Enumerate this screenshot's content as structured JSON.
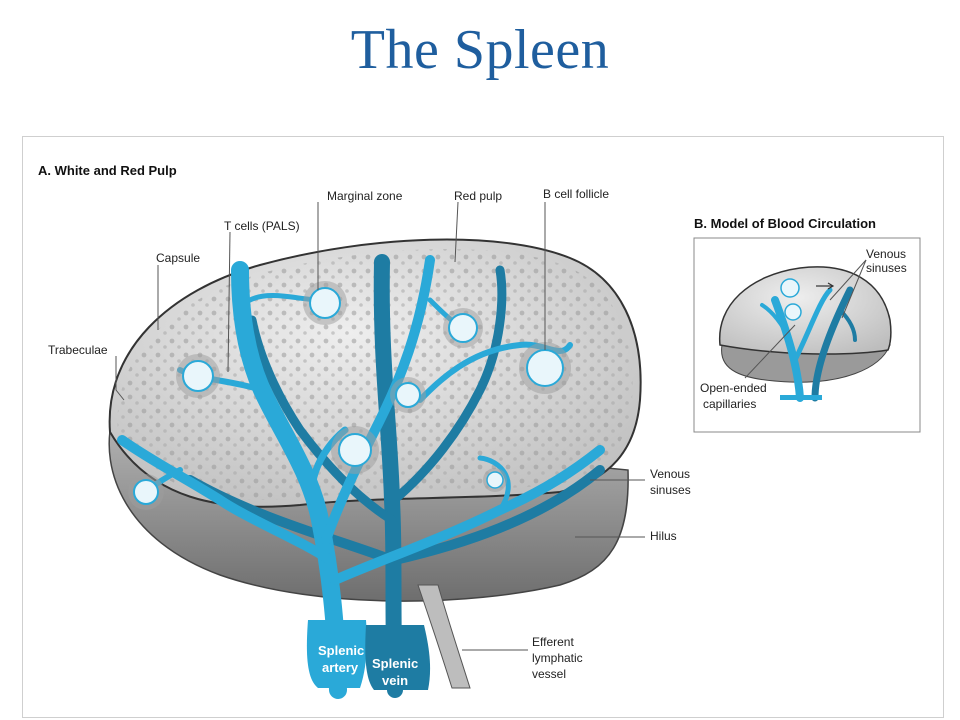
{
  "title": "The Spleen",
  "panel_a": {
    "heading": "A. White and Red Pulp",
    "labels": {
      "marginal_zone": "Marginal zone",
      "red_pulp": "Red pulp",
      "b_cell_follicle": "B cell follicle",
      "t_cells": "T cells (PALS)",
      "capsule": "Capsule",
      "trabeculae": "Trabeculae",
      "venous_sinuses_1": "Venous",
      "venous_sinuses_2": "sinuses",
      "hilus": "Hilus",
      "efferent_1": "Efferent",
      "efferent_2": "lymphatic",
      "efferent_3": "vessel",
      "splenic_artery_1": "Splenic",
      "splenic_artery_2": "artery",
      "splenic_vein_1": "Splenic",
      "splenic_vein_2": "vein"
    }
  },
  "panel_b": {
    "heading": "B. Model of Blood Circulation",
    "labels": {
      "venous_1": "Venous",
      "venous_2": "sinuses",
      "open_ended_1": "Open-ended",
      "open_ended_2": "capillaries"
    }
  },
  "colors": {
    "artery": "#2aa9d8",
    "vein": "#1e7ca3",
    "pulp": "#d9d9d9",
    "hilus": "#8f8f8f"
  }
}
